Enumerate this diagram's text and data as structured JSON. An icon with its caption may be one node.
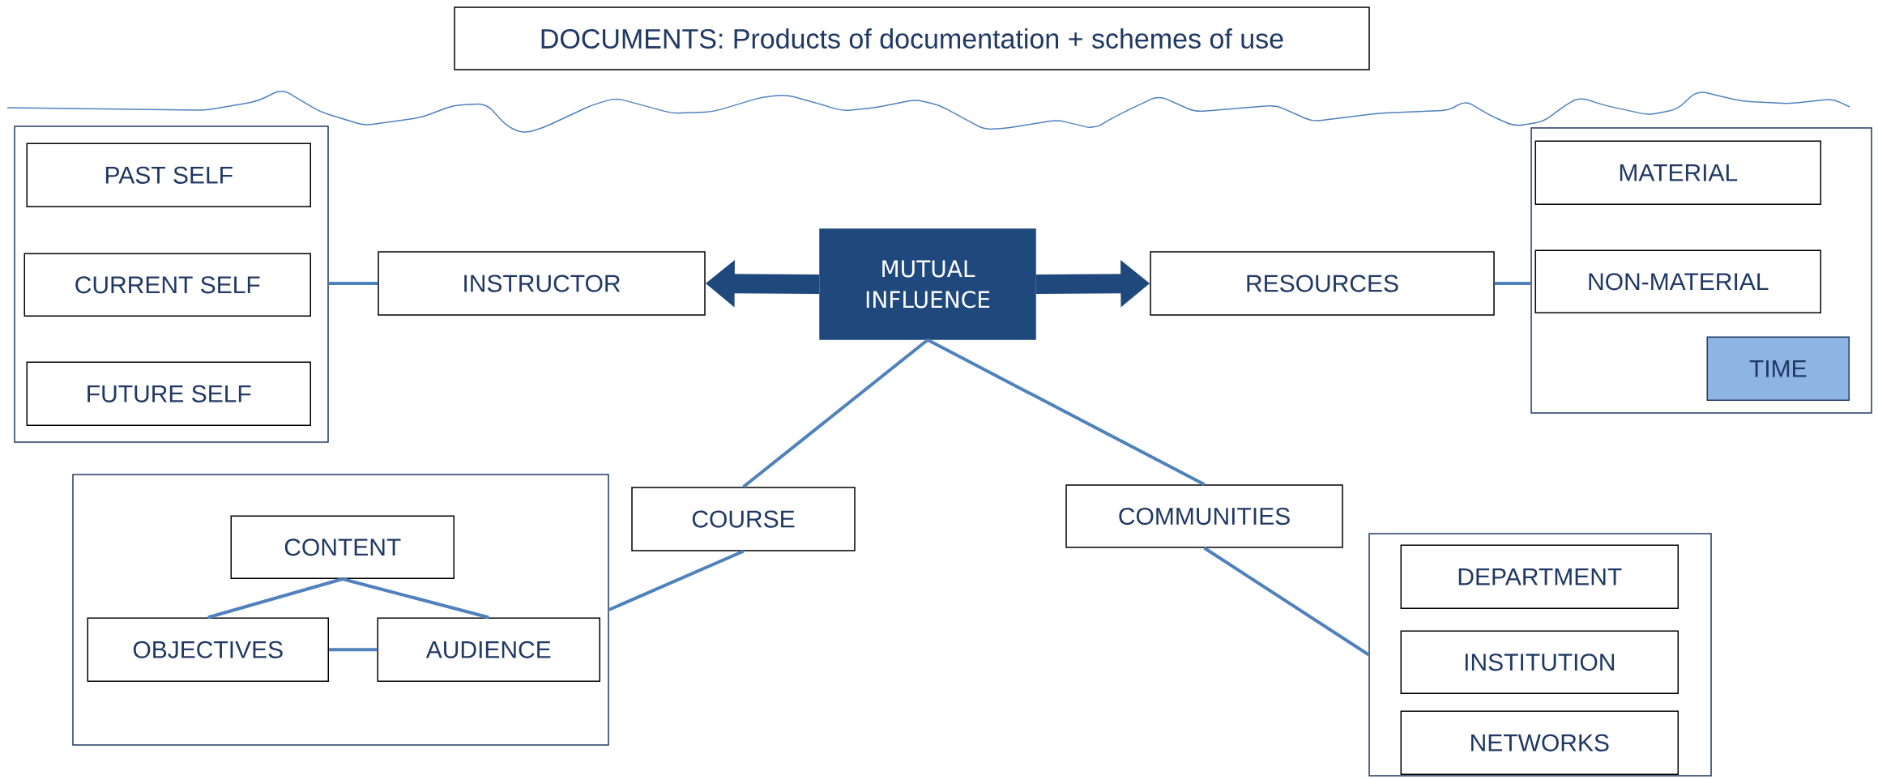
{
  "diagram": {
    "nodes": [
      {
        "text": [
          "DOCUMENTS: Products of documentation + schemes of use"
        ]
      },
      {
        "text": [],
        "shape": "box"
      },
      {
        "text": [
          "PAST SELF"
        ],
        "in": 1
      },
      {
        "text": [
          "CURRENT  SELF"
        ],
        "in": 1
      },
      {
        "text": [
          "FUTURE SELF"
        ],
        "in": 1
      },
      {
        "text": [
          "INSTRUCTOR"
        ]
      },
      {
        "text": [
          "MUTUAL INFLUENCE"
        ]
      },
      {
        "text": [
          "RESOURCES"
        ]
      },
      {
        "text": [],
        "shape": "box"
      },
      {
        "text": [
          "MATERIAL"
        ],
        "in": 8
      },
      {
        "text": [
          "NON-MATERIAL"
        ],
        "in": 8
      },
      {
        "text": [
          "TIME"
        ],
        "in": 8
      },
      {
        "text": [],
        "shape": "box"
      },
      {
        "text": [
          "CONTENT"
        ],
        "in": 12
      },
      {
        "text": [
          "OBJECTIVES"
        ],
        "in": 12
      },
      {
        "text": [
          "AUDIENCE"
        ],
        "in": 12
      },
      {
        "text": [
          "COURSE"
        ]
      },
      {
        "text": [
          "COMMUNITIES"
        ]
      },
      {
        "text": [],
        "shape": "box"
      },
      {
        "text": [
          "DEPARTMENT"
        ],
        "in": 18
      },
      {
        "text": [
          "INSTITUTION"
        ],
        "in": 18
      },
      {
        "text": [
          "NETWORKS"
        ],
        "in": 18
      }
    ],
    "edges": [
      {
        "from": 1,
        "to": 5,
        "arrow": "none"
      },
      {
        "from": 6,
        "to": 5,
        "arrow": "to",
        "style": "thick",
        "color": "#1f497d"
      },
      {
        "from": 6,
        "to": 7,
        "arrow": "to",
        "style": "thick",
        "color": "#1f497d"
      },
      {
        "from": 7,
        "to": 8,
        "arrow": "none"
      },
      {
        "from": 6,
        "to": 16,
        "arrow": "none"
      },
      {
        "from": 16,
        "to": 12,
        "arrow": "none"
      },
      {
        "from": 13,
        "to": 14,
        "arrow": "none"
      },
      {
        "from": 13,
        "to": 15,
        "arrow": "none"
      },
      {
        "from": 14,
        "to": 15,
        "arrow": "none"
      },
      {
        "from": 6,
        "to": 17,
        "arrow": "none"
      },
      {
        "from": 17,
        "to": 18,
        "arrow": "none"
      }
    ]
  }
}
